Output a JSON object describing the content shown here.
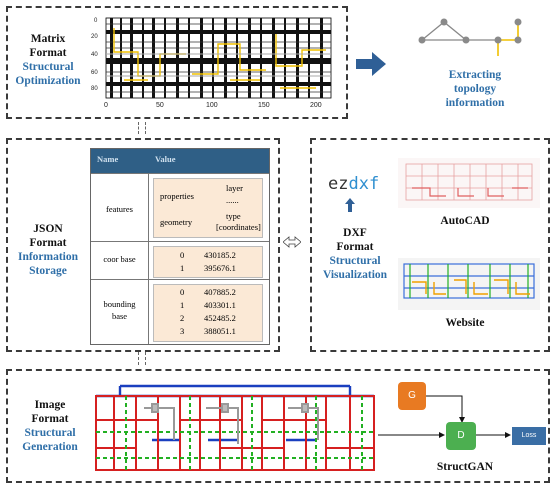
{
  "matrix": {
    "title": "Matrix",
    "title2": "Format",
    "sub1": "Structural",
    "sub2": "Optimization",
    "x_ticks": [
      "0",
      "50",
      "100",
      "150",
      "200"
    ],
    "y_ticks": [
      "0",
      "20",
      "40",
      "60",
      "80"
    ]
  },
  "topology": {
    "line1": "Extracting",
    "line2": "topology",
    "line3": "information"
  },
  "json_panel": {
    "title": "JSON",
    "title2": "Format",
    "sub1": "Information",
    "sub2": "Storage",
    "table": {
      "header_name": "Name",
      "header_value": "Value",
      "features_label": "features",
      "properties": "properties",
      "layer": "layer",
      "dots": "......",
      "geometry": "geometry",
      "type": "type",
      "coordinates": "[coordinates]",
      "coor_base_label": "coor base",
      "coor_base": [
        {
          "idx": "0",
          "val": "430185.2"
        },
        {
          "idx": "1",
          "val": "395676.1"
        }
      ],
      "bounding_label": "bounding",
      "bounding_label2": "base",
      "bounding_base": [
        {
          "idx": "0",
          "val": "407885.2"
        },
        {
          "idx": "1",
          "val": "403301.1"
        },
        {
          "idx": "2",
          "val": "452485.2"
        },
        {
          "idx": "3",
          "val": "388051.1"
        }
      ]
    }
  },
  "dxf_panel": {
    "ez": "ez",
    "dxf": "dxf",
    "title": "DXF",
    "title2": "Format",
    "sub1": "Structural",
    "sub2": "Visualization",
    "autocad": "AutoCAD",
    "website": "Website"
  },
  "image_panel": {
    "title": "Image",
    "title2": "Format",
    "sub1": "Structural",
    "sub2": "Generation",
    "g": "G",
    "d": "D",
    "loss": "Loss",
    "structgan": "StructGAN"
  },
  "colors": {
    "accent": "#2f6fa8",
    "g_box": "#e87a22",
    "d_box": "#4caf50",
    "loss_box": "#3a6ea5",
    "red": "#d62020",
    "blue": "#1a3fbf",
    "green": "#22b022",
    "gray": "#999999"
  }
}
